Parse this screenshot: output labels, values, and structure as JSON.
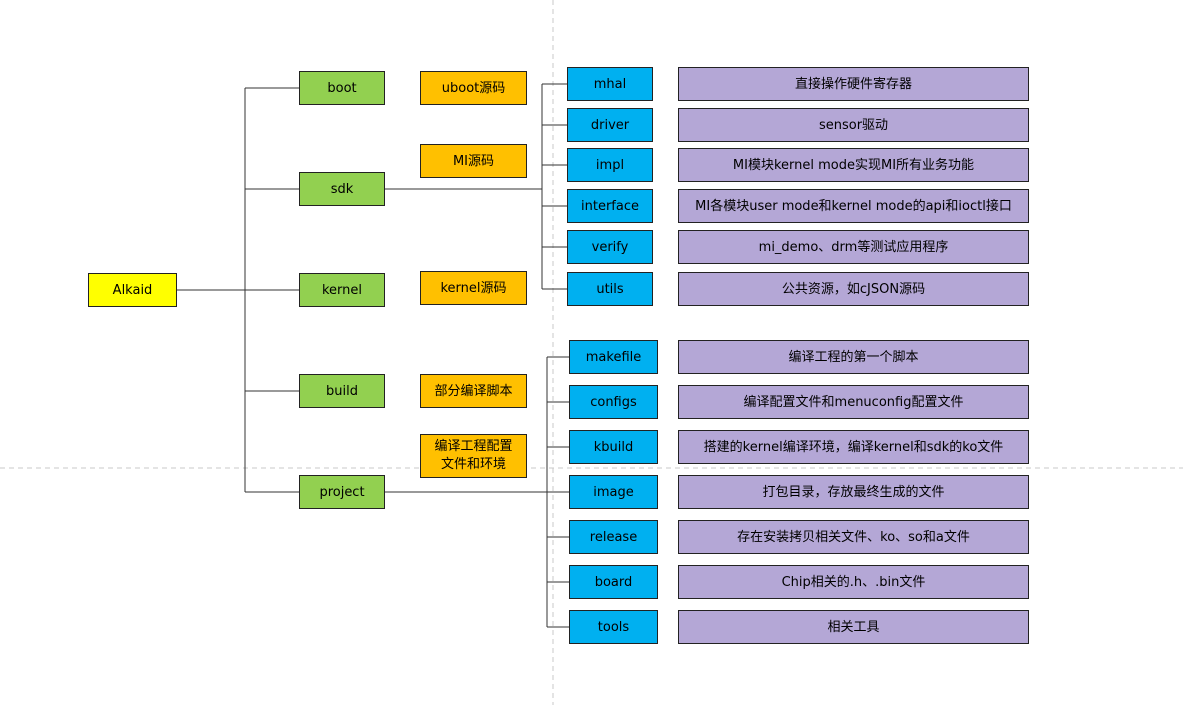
{
  "root": {
    "label": "Alkaid"
  },
  "level1": [
    {
      "key": "boot",
      "label": "boot"
    },
    {
      "key": "sdk",
      "label": "sdk"
    },
    {
      "key": "kernel",
      "label": "kernel"
    },
    {
      "key": "build",
      "label": "build"
    },
    {
      "key": "project",
      "label": "project"
    }
  ],
  "annotations": [
    {
      "key": "boot",
      "label": "uboot源码"
    },
    {
      "key": "sdk",
      "label": "MI源码"
    },
    {
      "key": "kernel",
      "label": "kernel源码"
    },
    {
      "key": "build",
      "label": "部分编译脚本"
    },
    {
      "key": "project",
      "label": "编译工程配置\n文件和环境"
    }
  ],
  "sdk_children": [
    {
      "label": "mhal",
      "desc": "直接操作硬件寄存器"
    },
    {
      "label": "driver",
      "desc": "sensor驱动"
    },
    {
      "label": "impl",
      "desc": "MI模块kernel mode实现MI所有业务功能"
    },
    {
      "label": "interface",
      "desc": "MI各模块user mode和kernel mode的api和ioctl接口"
    },
    {
      "label": "verify",
      "desc": "mi_demo、drm等测试应用程序"
    },
    {
      "label": "utils",
      "desc": "公共资源，如cJSON源码"
    }
  ],
  "project_children": [
    {
      "label": "makefile",
      "desc": "编译工程的第一个脚本"
    },
    {
      "label": "configs",
      "desc": "编译配置文件和menuconfig配置文件"
    },
    {
      "label": "kbuild",
      "desc": "搭建的kernel编译环境，编译kernel和sdk的ko文件"
    },
    {
      "label": "image",
      "desc": "打包目录，存放最终生成的文件"
    },
    {
      "label": "release",
      "desc": "存在安装拷贝相关文件、ko、so和a文件"
    },
    {
      "label": "board",
      "desc": "Chip相关的.h、.bin文件"
    },
    {
      "label": "tools",
      "desc": "相关工具"
    }
  ]
}
